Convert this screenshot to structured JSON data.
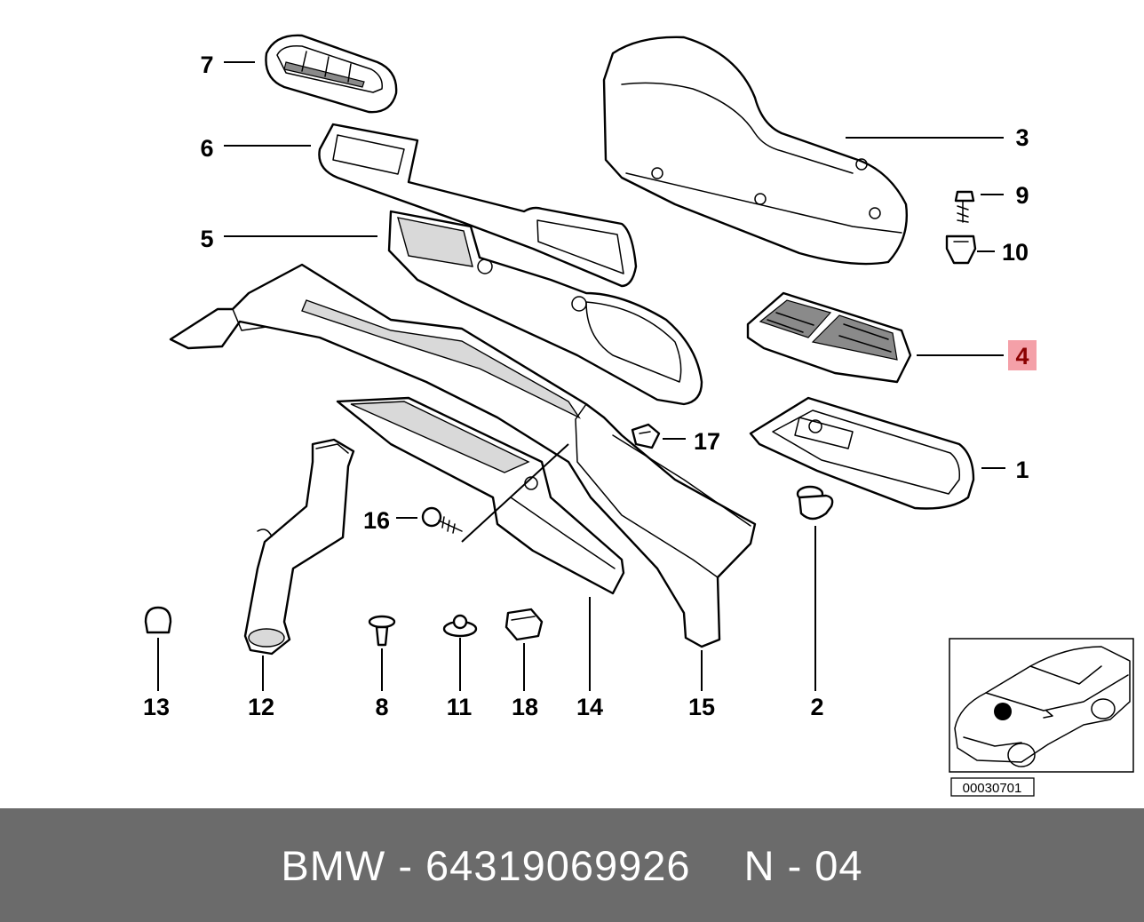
{
  "callouts": [
    {
      "id": "7",
      "text": "7"
    },
    {
      "id": "6",
      "text": "6"
    },
    {
      "id": "5",
      "text": "5"
    },
    {
      "id": "3",
      "text": "3"
    },
    {
      "id": "9",
      "text": "9"
    },
    {
      "id": "10",
      "text": "10"
    },
    {
      "id": "4",
      "text": "4"
    },
    {
      "id": "17",
      "text": "17"
    },
    {
      "id": "1",
      "text": "1"
    },
    {
      "id": "16",
      "text": "16"
    },
    {
      "id": "13",
      "text": "13"
    },
    {
      "id": "12",
      "text": "12"
    },
    {
      "id": "8",
      "text": "8"
    },
    {
      "id": "11",
      "text": "11"
    },
    {
      "id": "18",
      "text": "18"
    },
    {
      "id": "14",
      "text": "14"
    },
    {
      "id": "15",
      "text": "15"
    },
    {
      "id": "2",
      "text": "2"
    }
  ],
  "highlighted_part": "4",
  "highlight_color": "#f4a0a8",
  "highlight_text_color": "#8b0000",
  "inset": {
    "image_code": "00030701"
  },
  "footer": {
    "part_text": "BMW - 64319069926",
    "position_text": "N - 04"
  },
  "colors": {
    "footer_bg": "#6b6b6b",
    "footer_text": "#ffffff"
  }
}
